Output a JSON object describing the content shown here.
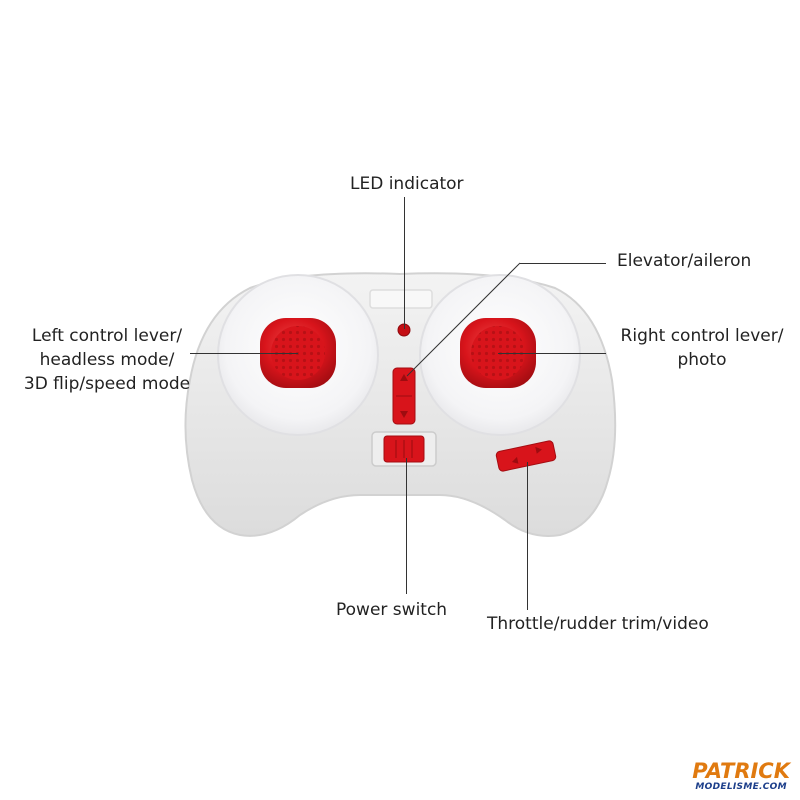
{
  "labels": {
    "led_indicator": "LED indicator",
    "elevator_aileron": "Elevator/aileron",
    "left_lever": [
      "Left control lever/",
      "headless mode/",
      "3D flip/speed mode"
    ],
    "right_lever": [
      "Right control lever/",
      "photo"
    ],
    "power_switch": "Power switch",
    "throttle_trim": "Throttle/rudder trim/video"
  },
  "watermark": {
    "brand": "PATRICK",
    "site": "MODELISME.COM"
  },
  "colors": {
    "controller_body": "#ececec",
    "stick_pods": "#f7f7f9",
    "accent_red": "#d8141b",
    "leader_line": "#333333",
    "watermark_orange": "#e07a10",
    "watermark_blue": "#1c3e8a"
  }
}
